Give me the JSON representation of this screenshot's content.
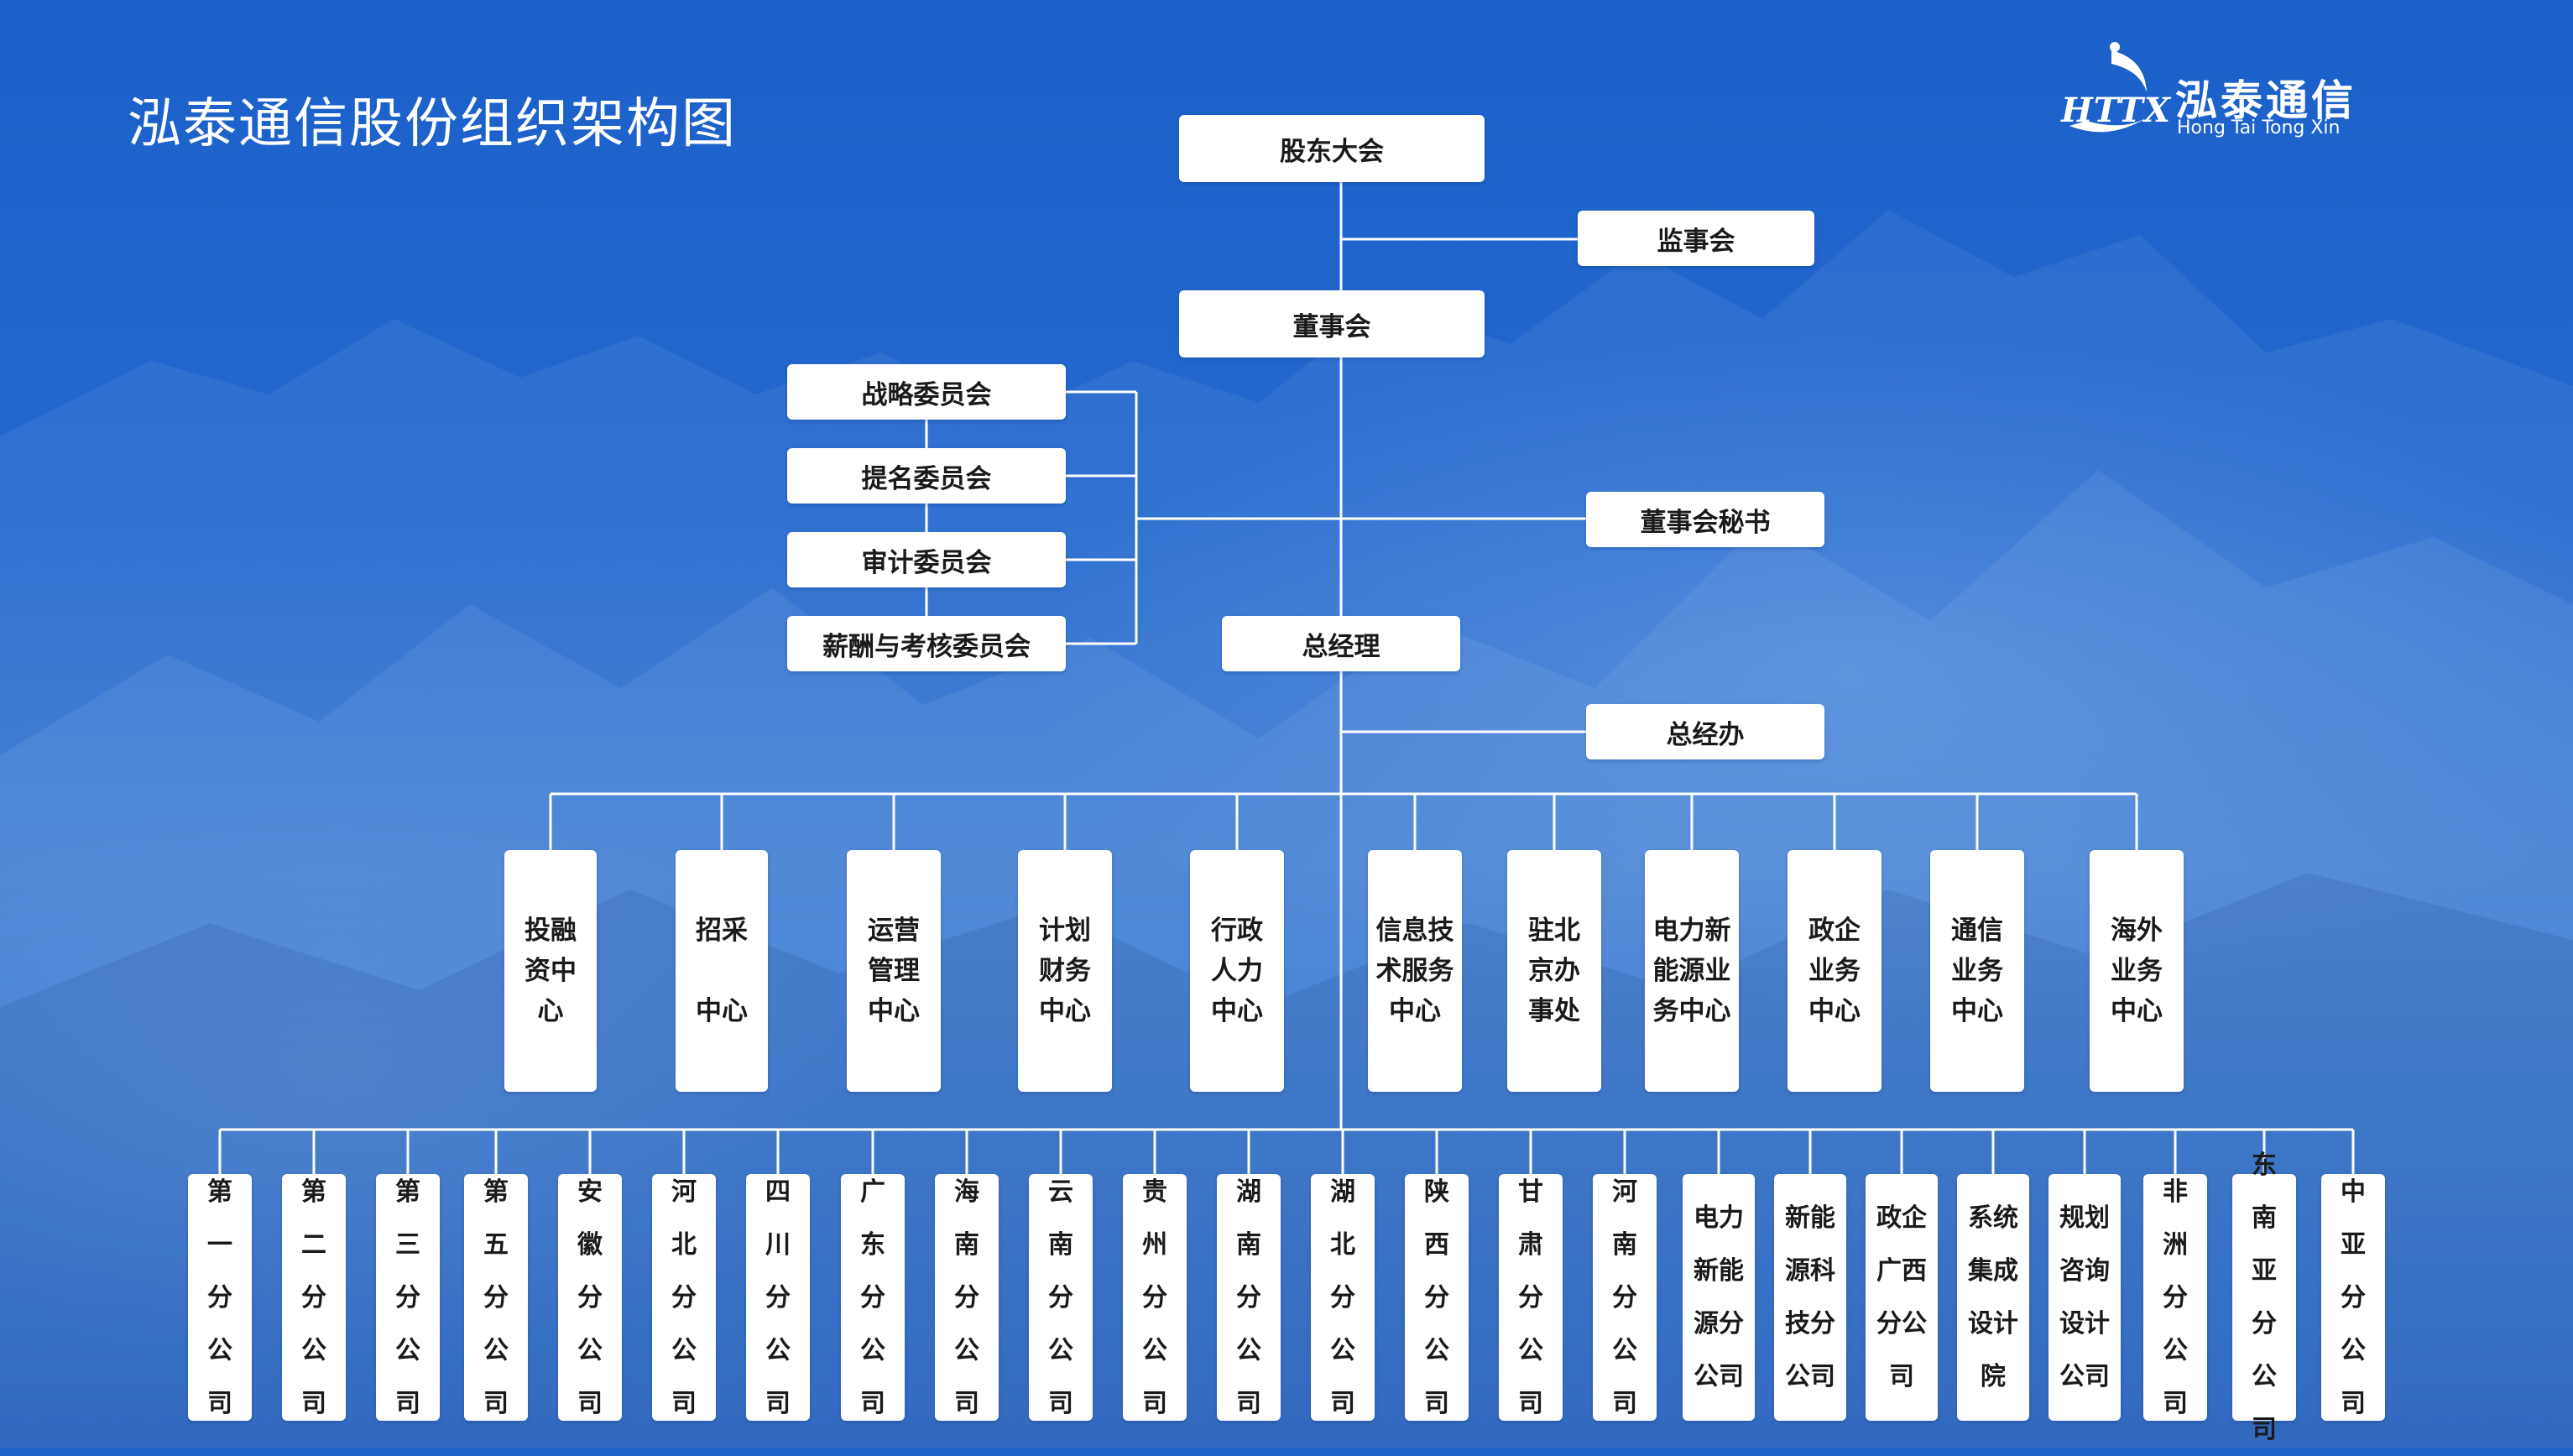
{
  "header": {
    "title": "泓泰通信股份组织架构图",
    "logo_mark": "HTTX",
    "logo_name": "泓泰通信",
    "logo_pinyin": "Hong Tai Tong Xin"
  },
  "org": {
    "shareholders": "股东大会",
    "supervisors": "监事会",
    "board": "董事会",
    "committees": [
      "战略委员会",
      "提名委员会",
      "审计委员会",
      "薪酬与考核委员会"
    ],
    "board_secretary": "董事会秘书",
    "general_manager": "总经理",
    "gm_office": "总经办",
    "centers": [
      "投融\n资中\n心",
      "招采\n\n中心",
      "运营\n管理\n中心",
      "计划\n财务\n中心",
      "行政\n人力\n中心",
      "信息技\n术服务\n中心",
      "驻北\n京办\n事处",
      "电力新\n能源业\n务中心",
      "政企\n业务\n中心",
      "通信\n业务\n中心",
      "海外\n业务\n中心"
    ],
    "branches": [
      "第\n一\n分\n公\n司",
      "第\n二\n分\n公\n司",
      "第\n三\n分\n公\n司",
      "第\n五\n分\n公\n司",
      "安\n徽\n分\n公\n司",
      "河\n北\n分\n公\n司",
      "四\n川\n分\n公\n司",
      "广\n东\n分\n公\n司",
      "海\n南\n分\n公\n司",
      "云\n南\n分\n公\n司",
      "贵\n州\n分\n公\n司",
      "湖\n南\n分\n公\n司",
      "湖\n北\n分\n公\n司",
      "陕\n西\n分\n公\n司",
      "甘\n肃\n分\n公\n司",
      "河\n南\n分\n公\n司",
      "电力\n新能\n源分\n公司",
      "新能\n源科\n技分\n公司",
      "政企\n广西\n分公\n司",
      "系统\n集成\n设计\n院",
      "规划\n咨询\n设计\n公司",
      "非\n洲\n分\n公\n司",
      "东\n南\n亚\n分\n公\n司",
      "中\n亚\n分\n公\n司"
    ]
  },
  "colors": {
    "connector": "#ffffff",
    "node_fill": "#ffffff",
    "text": "#1a1a1a",
    "background": "#1f63c8"
  }
}
